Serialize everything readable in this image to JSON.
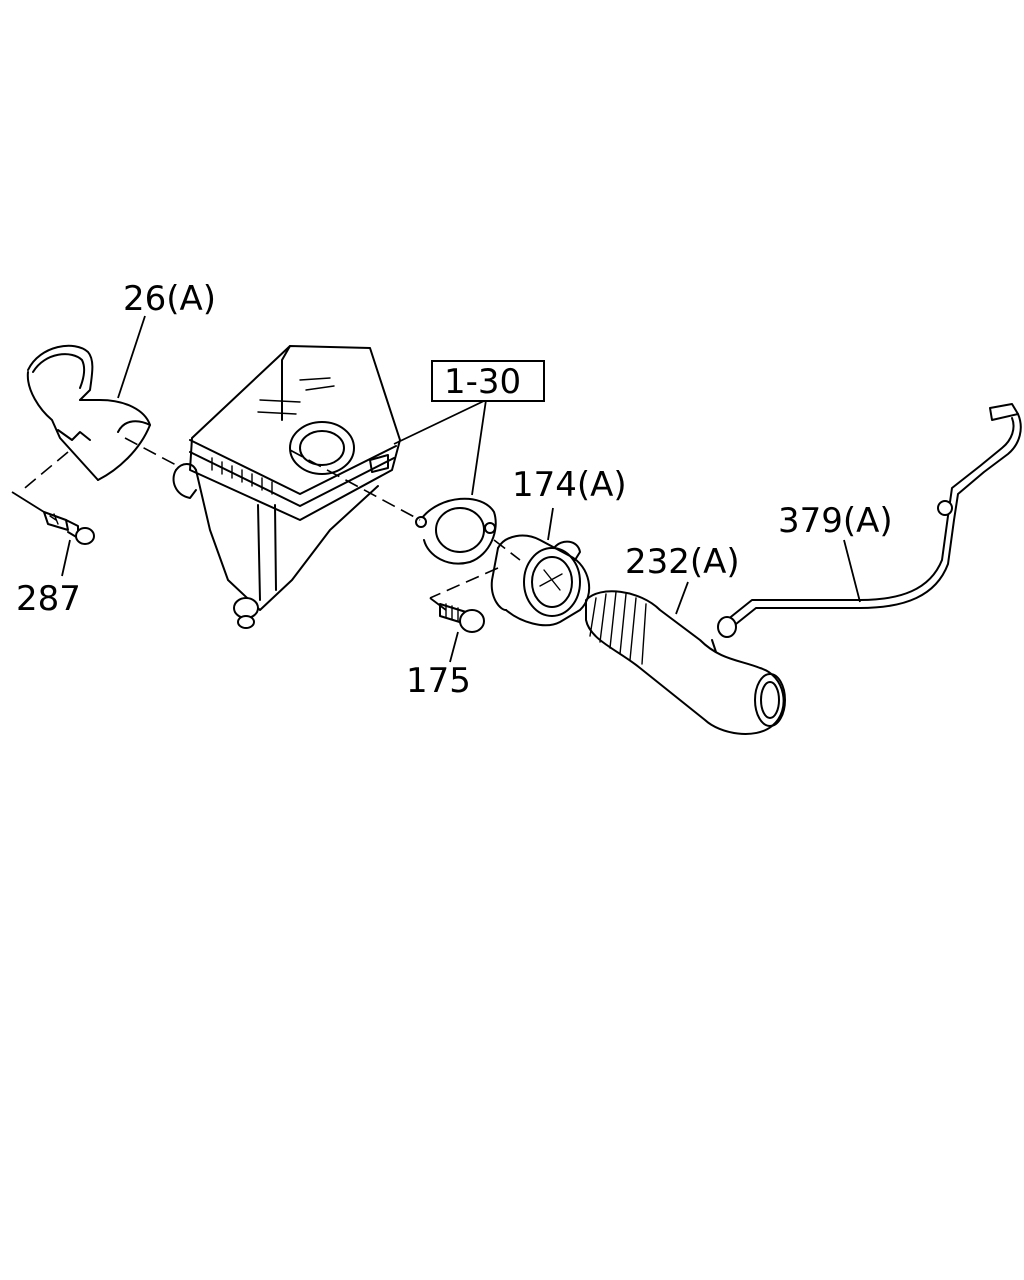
{
  "callouts": {
    "c26": "26(A)",
    "c287": "287",
    "c130": "1-30",
    "c174": "174(A)",
    "c175": "175",
    "c232": "232(A)",
    "c379": "379(A)"
  }
}
